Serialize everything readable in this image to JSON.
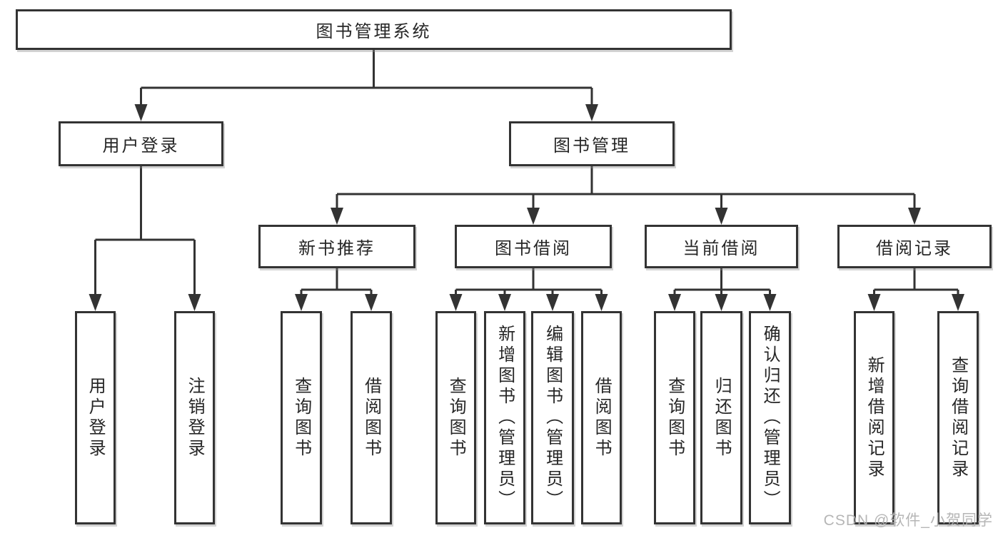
{
  "diagram": {
    "title_node": {
      "label": "图书管理系统"
    },
    "level2": [
      {
        "label": "用户登录"
      },
      {
        "label": "图书管理"
      }
    ],
    "level3": [
      {
        "label": "新书推荐",
        "parent": "图书管理"
      },
      {
        "label": "图书借阅",
        "parent": "图书管理"
      },
      {
        "label": "当前借阅",
        "parent": "图书管理"
      },
      {
        "label": "借阅记录",
        "parent": "图书管理"
      }
    ],
    "leaves": [
      {
        "label": "用户登录",
        "parent": "用户登录"
      },
      {
        "label": "注销登录",
        "parent": "用户登录"
      },
      {
        "label": "查询图书",
        "parent": "新书推荐"
      },
      {
        "label": "借阅图书",
        "parent": "新书推荐"
      },
      {
        "label": "查询图书",
        "parent": "图书借阅"
      },
      {
        "label": "新增图书（管理员）",
        "parent": "图书借阅"
      },
      {
        "label": "编辑图书（管理员）",
        "parent": "图书借阅"
      },
      {
        "label": "借阅图书",
        "parent": "图书借阅"
      },
      {
        "label": "查询图书",
        "parent": "当前借阅"
      },
      {
        "label": "归还图书",
        "parent": "当前借阅"
      },
      {
        "label": "确认归还（管理员）",
        "parent": "当前借阅"
      },
      {
        "label": "新增借阅记录",
        "parent": "借阅记录"
      },
      {
        "label": "查询借阅记录",
        "parent": "借阅记录"
      }
    ],
    "watermark": "CSDN @软件_小贺同学",
    "colors": {
      "line": "#333333",
      "box_border": "#333333",
      "text": "#262626",
      "background": "#ffffff",
      "watermark": "#b0b0b0"
    }
  }
}
